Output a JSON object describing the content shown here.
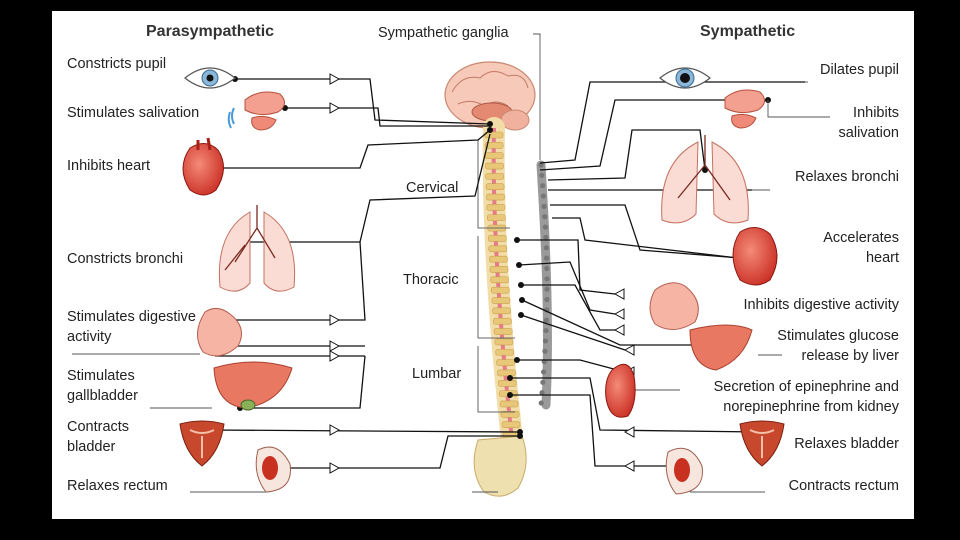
{
  "headers": {
    "parasympathetic": "Parasympathetic",
    "ganglia": "Sympathetic ganglia",
    "sympathetic": "Sympathetic"
  },
  "regions": {
    "cervical": "Cervical",
    "thoracic": "Thoracic",
    "lumbar": "Lumbar"
  },
  "parasympathetic_effects": [
    {
      "lines": [
        "Constricts pupil"
      ],
      "organ": "eye-icon"
    },
    {
      "lines": [
        "Stimulates salivation"
      ],
      "organ": "salivary-gland-icon"
    },
    {
      "lines": [
        "Inhibits heart"
      ],
      "organ": "heart-icon"
    },
    {
      "lines": [
        "Constricts bronchi"
      ],
      "organ": "lungs-icon"
    },
    {
      "lines": [
        "Stimulates digestive",
        "activity"
      ],
      "organ": "stomach-icon"
    },
    {
      "lines": [
        "Stimulates",
        "gallbladder"
      ],
      "organ": "liver-gallbladder-icon"
    },
    {
      "lines": [
        "Contracts",
        "bladder"
      ],
      "organ": "bladder-icon"
    },
    {
      "lines": [
        "Relaxes rectum"
      ],
      "organ": "rectum-icon"
    }
  ],
  "sympathetic_effects": [
    {
      "lines": [
        "Dilates pupil"
      ],
      "organ": "eye-icon"
    },
    {
      "lines": [
        "Inhibits",
        "salivation"
      ],
      "organ": "salivary-gland-icon"
    },
    {
      "lines": [
        "Relaxes bronchi"
      ],
      "organ": "lungs-icon"
    },
    {
      "lines": [
        "Accelerates",
        "heart"
      ],
      "organ": "heart-icon"
    },
    {
      "lines": [
        "Inhibits digestive activity"
      ],
      "organ": "stomach-icon"
    },
    {
      "lines": [
        "Stimulates glucose",
        "release by liver"
      ],
      "organ": "liver-icon"
    },
    {
      "lines": [
        "Secretion of epinephrine and",
        "norepinephrine from kidney"
      ],
      "organ": "kidney-icon"
    },
    {
      "lines": [
        "Relaxes bladder"
      ],
      "organ": "bladder-icon"
    },
    {
      "lines": [
        "Contracts rectum"
      ],
      "organ": "rectum-icon"
    }
  ],
  "colors": {
    "organ_red": "#d83a2c",
    "organ_pink": "#f4b4a8",
    "spine_yellow": "#f0dca0",
    "chain_gray": "#999999",
    "nerve_line": "#111111"
  }
}
